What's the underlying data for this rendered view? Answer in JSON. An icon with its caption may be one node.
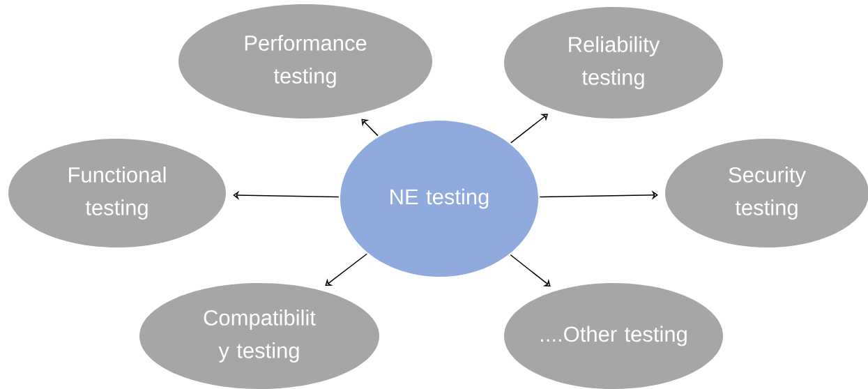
{
  "diagram": {
    "nodes": [
      {
        "text": [
          "NE testing"
        ]
      },
      {
        "text": [
          "Performance testing"
        ]
      },
      {
        "text": [
          "Reliability testing"
        ]
      },
      {
        "text": [
          "Functional testing"
        ]
      },
      {
        "text": [
          "Security testing"
        ]
      },
      {
        "text": [
          "Compatibilit y testing"
        ]
      },
      {
        "text": [
          "....Other testing"
        ]
      }
    ],
    "edges": [
      {
        "from": 0,
        "to": 1,
        "arrow": "to"
      },
      {
        "from": 0,
        "to": 2,
        "arrow": "to"
      },
      {
        "from": 0,
        "to": 3,
        "arrow": "to"
      },
      {
        "from": 0,
        "to": 4,
        "arrow": "to"
      },
      {
        "from": 0,
        "to": 5,
        "arrow": "to"
      },
      {
        "from": 0,
        "to": 6,
        "arrow": "to"
      }
    ]
  }
}
